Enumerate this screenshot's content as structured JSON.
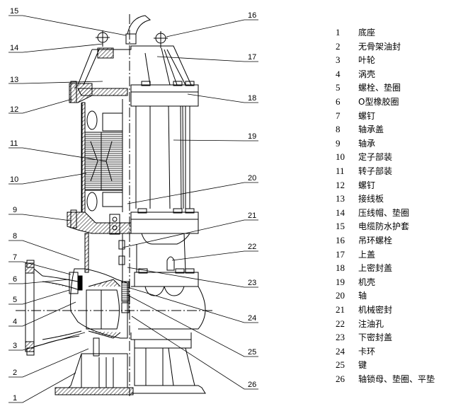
{
  "diagram": {
    "title": "Submersible sewage pump sectional assembly drawing",
    "callouts": [
      "1",
      "2",
      "3",
      "4",
      "5",
      "6",
      "7",
      "8",
      "9",
      "10",
      "11",
      "12",
      "13",
      "14",
      "15",
      "16",
      "17",
      "18",
      "19",
      "20",
      "21",
      "22",
      "23",
      "24",
      "25",
      "26"
    ]
  },
  "parts_list": [
    {
      "no": "1",
      "name": "底座"
    },
    {
      "no": "2",
      "name": "无骨架油封"
    },
    {
      "no": "3",
      "name": "叶轮"
    },
    {
      "no": "4",
      "name": "涡壳"
    },
    {
      "no": "5",
      "name": "螺栓、垫圈"
    },
    {
      "no": "6",
      "name": "O型橡胶圈"
    },
    {
      "no": "7",
      "name": "螺钉"
    },
    {
      "no": "8",
      "name": "轴承盖"
    },
    {
      "no": "9",
      "name": "轴承"
    },
    {
      "no": "10",
      "name": "定子部装"
    },
    {
      "no": "11",
      "name": "转子部装"
    },
    {
      "no": "12",
      "name": "螺钉"
    },
    {
      "no": "13",
      "name": "接线板"
    },
    {
      "no": "14",
      "name": "压线帽、垫圈"
    },
    {
      "no": "15",
      "name": "电缆防水护套"
    },
    {
      "no": "16",
      "name": "吊环螺栓"
    },
    {
      "no": "17",
      "name": "上盖"
    },
    {
      "no": "18",
      "name": "上密封盖"
    },
    {
      "no": "19",
      "name": "机壳"
    },
    {
      "no": "20",
      "name": "轴"
    },
    {
      "no": "21",
      "name": "机械密封"
    },
    {
      "no": "22",
      "name": "注油孔"
    },
    {
      "no": "23",
      "name": "下密封盖"
    },
    {
      "no": "24",
      "name": "卡环"
    },
    {
      "no": "25",
      "name": "键"
    },
    {
      "no": "26",
      "name": "轴锁母、垫圈、平垫"
    }
  ]
}
